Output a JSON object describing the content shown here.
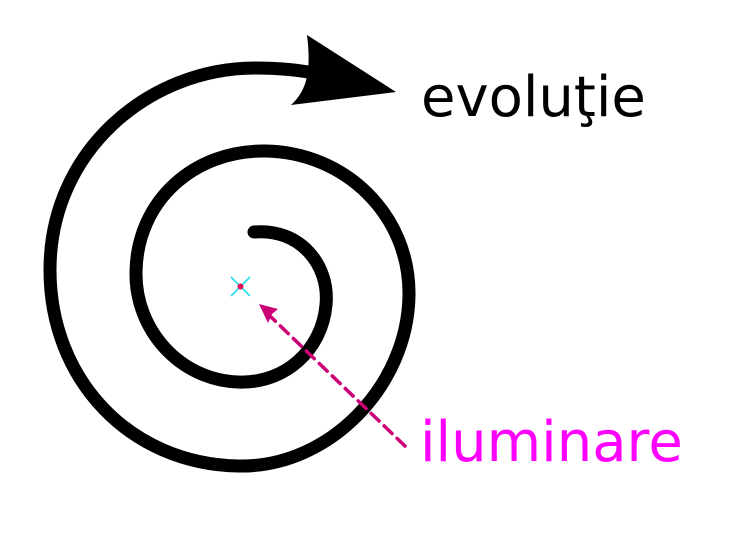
{
  "diagram": {
    "type": "spiral",
    "labels": {
      "outer": "evoluţie",
      "center": "iluminare"
    },
    "colors": {
      "background": "#ffffff",
      "spiral": "#000000",
      "outer_label": "#000000",
      "center_label": "#ff00ff",
      "pointer_arrow": "#cc0077",
      "center_cross": "#22ddee",
      "center_dot": "#e0105a"
    },
    "icons": {
      "spiral_arrowhead": "arrow-right-icon",
      "center_marker": "crosshair-icon",
      "pointer": "dashed-arrow-icon"
    }
  }
}
